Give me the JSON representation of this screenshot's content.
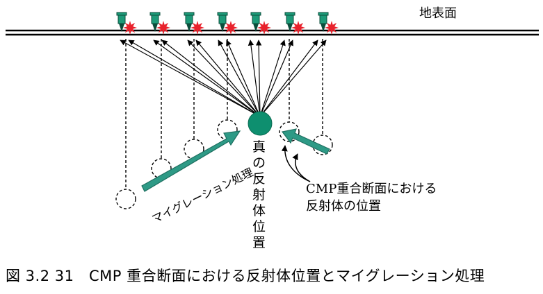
{
  "labels": {
    "ground_surface": "地表面",
    "true_reflector": [
      "真",
      "の",
      "反",
      "射",
      "体",
      "位",
      "置"
    ],
    "cmp_position_line1": "CMP重合断面における",
    "cmp_position_line2": "反射体の位置",
    "migration": "マイグレーション処理"
  },
  "caption": "図 3.2 31　CMP 重合断面における反射体位置とマイグレーション処理",
  "colors": {
    "reflector": "#0e8f6f",
    "arrow": "#2e9a86",
    "receiver": "#1d9a78",
    "burst": "#e8222c",
    "line": "#000000"
  },
  "icons": [
    "receiver-icon",
    "burst-icon"
  ]
}
